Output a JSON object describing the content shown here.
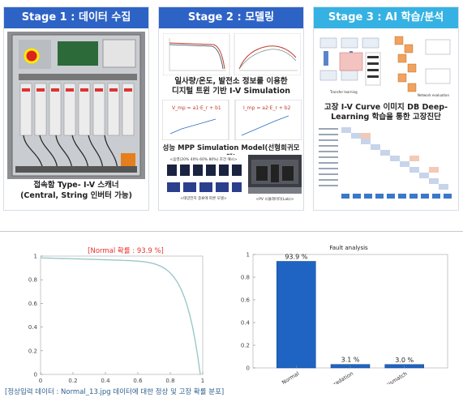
{
  "stages": [
    {
      "title": "Stage 1 : 데이터 수집",
      "caption_line1": "접속함 Type- I-V 스캐너",
      "caption_line2": "(Central, String 인버터 가능)"
    },
    {
      "title": "Stage 2 : 모델링",
      "caption_line1": "일사량/온도, 발전소 정보를 이용한",
      "caption_line2": "디지털 트윈 기반 I-V Simulation",
      "formula_left": "V_mp = a1·E_r + b1",
      "formula_right": "I_mp = a2·E_r + b2",
      "model_caption": "성능 MPP Simulation Model(선형회귀모델)",
      "img_label_top": "<음영(20% 40% 60% 80%) 조건 예시>",
      "img_label_bottom": "<태양전지 종류에 따른 모델>",
      "img_label_right": "<PV 시뮬레이터(Lab)>"
    },
    {
      "title": "Stage 3 : AI 학습/분석",
      "caption_line1": "고장 I-V Curve 이미지 DB Deep-",
      "caption_line2": "Learning 학습을 통한 고장진단"
    }
  ],
  "iv_chart": {
    "title": "[Normal 확률 : 93.9 %]",
    "type": "line",
    "x_ticks": [
      "0",
      "0.2",
      "0.4",
      "0.6",
      "0.8",
      "1"
    ],
    "y_ticks": [
      "0",
      "0.2",
      "0.4",
      "0.6",
      "0.8",
      "1"
    ],
    "xlim": [
      0,
      1
    ],
    "ylim": [
      0,
      1
    ],
    "color": "#9cc7c8"
  },
  "chart_data": {
    "type": "bar",
    "title": "Fault analysis",
    "categories": [
      "Normal",
      "PID or cell degradation",
      "Series mismatch"
    ],
    "values": [
      0.939,
      0.031,
      0.03
    ],
    "value_labels": [
      "93.9 %",
      "3.1 %",
      "3.0 %"
    ],
    "y_ticks": [
      "0",
      "0.2",
      "0.4",
      "0.6",
      "0.8",
      "1"
    ],
    "ylim": [
      0,
      1
    ],
    "bar_color": "#1f64c2"
  },
  "footnote": "[정상입력 데이터 : Normal_13.jpg 데이터에 대한  정상 및 고장 확률 분포]"
}
